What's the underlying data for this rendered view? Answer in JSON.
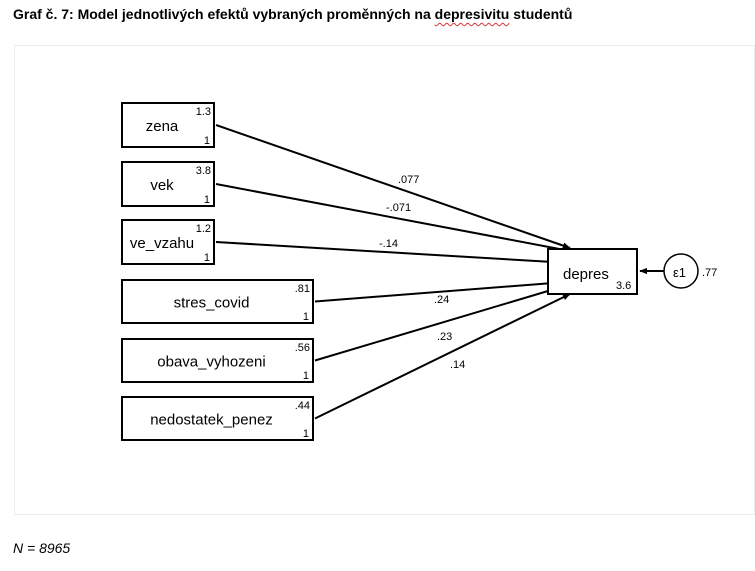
{
  "title": {
    "prefix": "Graf č. 7: Model jednotlivých efektů vybraných proměnných na ",
    "squiggled": "depresivitu",
    "suffix": " studentů"
  },
  "note": "N = 8965",
  "predictors": [
    {
      "name": "zena",
      "mean": "1.3",
      "variance": "1",
      "coef": ".077"
    },
    {
      "name": "vek",
      "mean": "3.8",
      "variance": "1",
      "coef": "-.071"
    },
    {
      "name": "ve_vzahu",
      "mean": "1.2",
      "variance": "1",
      "coef": "-.14"
    },
    {
      "name": "stres_covid",
      "mean": ".81",
      "variance": "1",
      "coef": ".24"
    },
    {
      "name": "obava_vyhozeni",
      "mean": ".56",
      "variance": "1",
      "coef": ".23"
    },
    {
      "name": "nedostatek_penez",
      "mean": ".44",
      "variance": "1",
      "coef": ".14"
    }
  ],
  "outcome": {
    "name": "depres",
    "intercept": "3.6"
  },
  "error": {
    "symbol": "ε1",
    "variance": ".77"
  }
}
